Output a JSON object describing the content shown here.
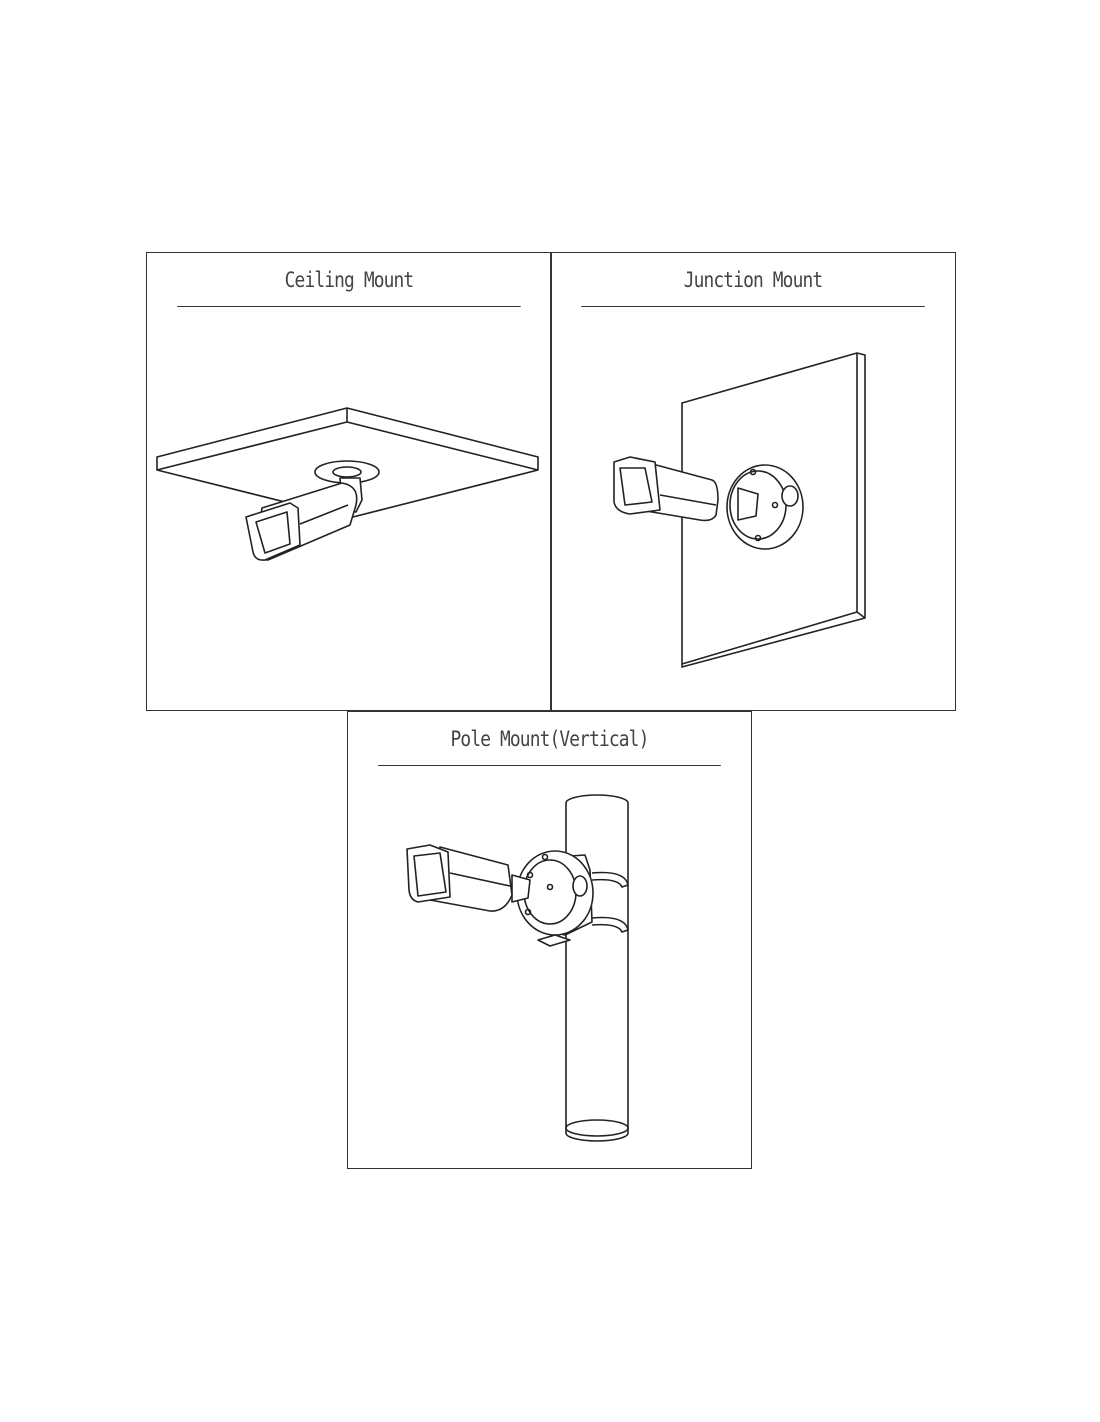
{
  "panels": [
    {
      "title": "Ceiling Mount"
    },
    {
      "title": "Junction Mount"
    },
    {
      "title": "Pole Mount(Vertical)"
    }
  ]
}
